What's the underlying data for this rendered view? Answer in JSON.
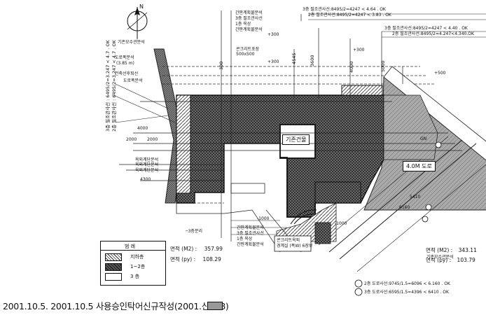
{
  "north_mark": "N",
  "plan_labels": {
    "building": "기존건물",
    "road": "4.0M 도로"
  },
  "legend": {
    "title": "범 례",
    "items": [
      {
        "label": "지하층"
      },
      {
        "label": "1~2층"
      },
      {
        "label": "3 층"
      }
    ]
  },
  "area_left": {
    "m2_label": "면적 (M2) :",
    "m2_value": "357.99",
    "py_label": "면적 (py) :",
    "py_value": "108.29"
  },
  "area_right": {
    "m2_label": "면적 (M2) :",
    "m2_value": "343.11",
    "py_label": "면적 (py) :",
    "py_value": "103.79"
  },
  "footer": "2001.10.5. 2001.10.5 사용승인탁어신규작성(2001.신128)",
  "dimensions": {
    "d1": "+300",
    "d2": "+300",
    "d3": "+500",
    "d4": "+300",
    "d5": "4000",
    "d6": "2000",
    "d7": "2000",
    "d8": "4300",
    "d9": "5410",
    "d10": "6160",
    "d11": "-1000",
    "d12": "-1000",
    "d13": "4545",
    "d14": "3600",
    "d15": "4000",
    "d16": "5000",
    "d17": "300",
    "d18": "GN"
  },
  "callouts": {
    "top1": "3층 필조관사선:8495/2=4247 < 4.64 . OK",
    "top2": "2층 필조관사선:8495/2=4247 < 3.83 . OK",
    "top3": "3층 필조관사선:8495/2=4247 < 4.40 . OK",
    "top4": "2층 필조관사선:8495/2=4.247<4.340.OK",
    "legend_stack": [
      "간판계획물분석",
      "3층 필조관사선",
      "1층 옥상",
      "간판계획물분석"
    ],
    "left_top": "기존모수관분석",
    "left_mid1": "도로폭분석",
    "left_mid2": "(3.85 m)",
    "left_mid3": "건축선후퇴선",
    "left_mid4": "도로폭분석",
    "left_low1": "옥외계단분석",
    "left_low2": "옥외계단분석",
    "left_low3": "옥외계단분석",
    "bottom_left": "─3층분리",
    "bottom_stack": [
      "간판계획물분석",
      "3층 필조관사선",
      "1층 옥상",
      "간판계획물분석"
    ],
    "conc_top1": "콘크리트포장",
    "conc_top2": "500x500",
    "conc_bot1": "콘크리트옥외",
    "conc_bot2": "경계실 (폭W) 6장보",
    "right_low": "기존모수관분석",
    "note1": "2층 도로사선:9745/1.5=6096 < 6.160 . OK",
    "note2": "3층 도로사선:6595/1.5=4396 < 6410 . OK",
    "left_vertical1": "3층 필조관사선 : 6495/2=3.247 < 4.7 . OK",
    "left_vertical2": "2층 필조관사선 : 6495/2=3.247 < 4.7 . OK"
  }
}
